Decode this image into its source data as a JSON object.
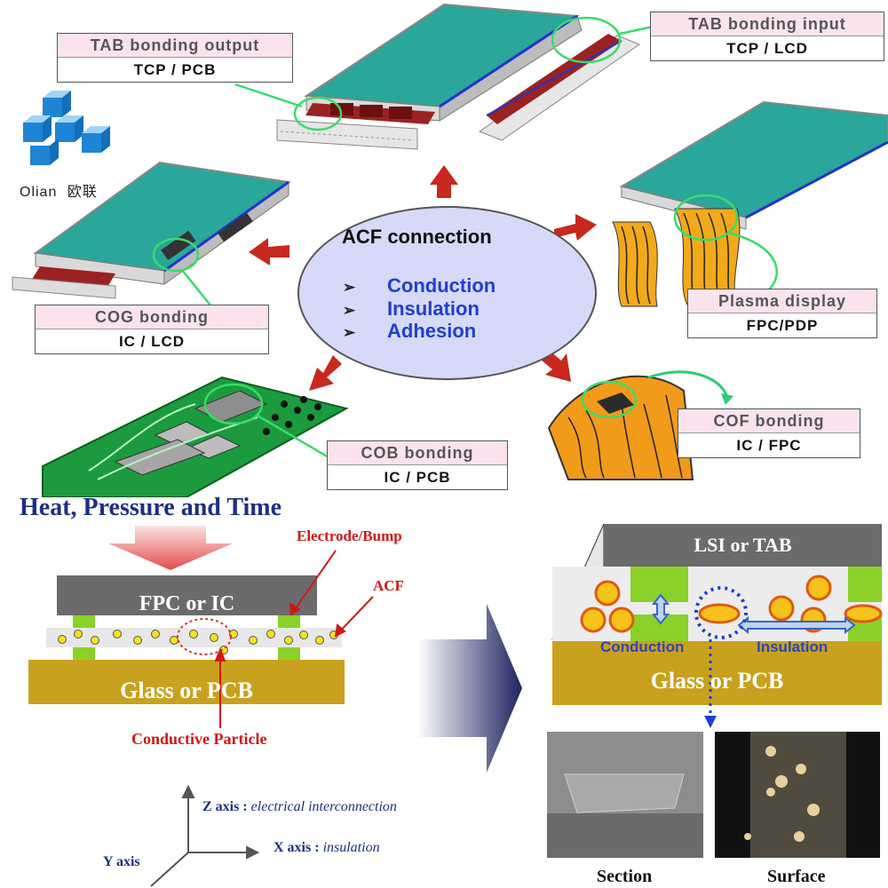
{
  "logo": {
    "text_en": "Olian",
    "text_cn": "欧联"
  },
  "center": {
    "title": "ACF connection",
    "items": [
      "Conduction",
      "Insulation",
      "Adhesion"
    ]
  },
  "labels": {
    "tab_output": {
      "title": "TAB bonding output",
      "sub": "TCP / PCB"
    },
    "tab_input": {
      "title": "TAB bonding input",
      "sub": "TCP / LCD"
    },
    "cog": {
      "title": "COG bonding",
      "sub": "IC / LCD"
    },
    "plasma": {
      "title": "Plasma display",
      "sub": "FPC/PDP"
    },
    "cob": {
      "title": "COB bonding",
      "sub": "IC / PCB"
    },
    "cof": {
      "title": "COF bonding",
      "sub": "IC / FPC"
    }
  },
  "process": {
    "heading": "Heat, Pressure and Time",
    "top_block": "FPC or IC",
    "bottom_block": "Glass or PCB",
    "electrode": "Electrode/Bump",
    "acf": "ACF",
    "particle": "Conductive Particle"
  },
  "axes": {
    "z_label": "Z axis :",
    "z_desc": "electrical interconnection",
    "x_label": "X axis :",
    "x_desc": "insulation",
    "y_label": "Y axis"
  },
  "detail": {
    "top_block": "LSI or TAB",
    "bottom_block": "Glass or PCB",
    "conduction": "Conduction",
    "insulation": "Insulation",
    "section": "Section",
    "surface": "Surface"
  },
  "colors": {
    "label_header": "#fbe3ee",
    "ellipse_fill": "#d6d9f7",
    "item_blue": "#1d3fd1",
    "arrow_red": "#c8281e",
    "green_highlight": "#3adb6a",
    "glass_gold": "#c8a21e",
    "ic_gray": "#6b6b6b",
    "bump_green": "#8ad12a",
    "particle_yellow": "#f6e21b"
  }
}
